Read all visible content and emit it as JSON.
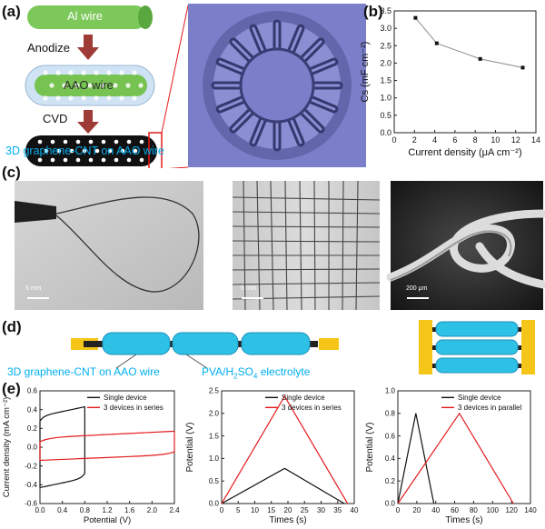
{
  "panels": {
    "a": "(a)",
    "b": "(b)",
    "c": "(c)",
    "d": "(d)",
    "e": "(e)"
  },
  "a": {
    "wire1": "Al wire",
    "step1": "Anodize",
    "wire2": "AAO wire",
    "step2": "CVD",
    "caption": "3D graphene-CNT on AAO wire"
  },
  "c": {
    "scale1": "5 mm",
    "scale2": "5 mm",
    "scale3": "200 μm"
  },
  "d": {
    "label1": "3D graphene-CNT on AAO wire",
    "label2": "PVA/H2SO4 electrolyte"
  },
  "colors": {
    "cyan": "#00AEEF",
    "green": "#6CC04A",
    "gold": "#F5C518",
    "red": "#E41A1C",
    "arrow": "#9E3B36",
    "sem_bg": "#7B7FC9"
  },
  "chart_data": [
    {
      "type": "line",
      "panel": "b",
      "xlabel": "Current density (μA cm⁻²)",
      "ylabel": "Cs (mF cm⁻²)",
      "xlim": [
        0,
        14
      ],
      "ylim": [
        0,
        3.5
      ],
      "xticks": [
        "0",
        "2",
        "4",
        "6",
        "8",
        "10",
        "12",
        "14"
      ],
      "yticks": [
        "0.0",
        "0.5",
        "1.0",
        "1.5",
        "2.0",
        "2.5",
        "3.0",
        "3.5"
      ],
      "series": [
        {
          "x": [
            2.1,
            4.2,
            8.5,
            12.7
          ],
          "y": [
            3.3,
            2.57,
            2.12,
            1.87
          ]
        }
      ]
    },
    {
      "type": "line",
      "panel": "e1",
      "xlabel": "Potential (V)",
      "ylabel": "Current density (mA cm⁻²)",
      "xlim": [
        0,
        2.4
      ],
      "ylim": [
        -0.6,
        0.6
      ],
      "xticks": [
        "0.0",
        "0.4",
        "0.8",
        "1.2",
        "1.6",
        "2.0",
        "2.4"
      ],
      "yticks": [
        "-0.6",
        "-0.4",
        "-0.2",
        "0.0",
        "0.2",
        "0.4",
        "0.6"
      ],
      "legend": [
        "Single device",
        "3 devices in series"
      ]
    },
    {
      "type": "line",
      "panel": "e2",
      "xlabel": "Times (s)",
      "ylabel": "Potential (V)",
      "xlim": [
        0,
        40
      ],
      "ylim": [
        0,
        2.5
      ],
      "xticks": [
        "0",
        "5",
        "10",
        "15",
        "20",
        "25",
        "30",
        "35",
        "40"
      ],
      "yticks": [
        "0.0",
        "0.5",
        "1.0",
        "1.5",
        "2.0",
        "2.5"
      ],
      "legend": [
        "Single device",
        "3 devices in series"
      ],
      "series": [
        {
          "x": [
            0,
            19,
            37
          ],
          "y": [
            0,
            0.78,
            0
          ]
        },
        {
          "x": [
            0,
            19,
            38
          ],
          "y": [
            0,
            2.38,
            0
          ]
        }
      ]
    },
    {
      "type": "line",
      "panel": "e3",
      "xlabel": "Times (s)",
      "ylabel": "Potential (V)",
      "xlim": [
        0,
        140
      ],
      "ylim": [
        0,
        1.0
      ],
      "xticks": [
        "0",
        "20",
        "40",
        "60",
        "80",
        "100",
        "120",
        "140"
      ],
      "yticks": [
        "0.0",
        "0.2",
        "0.4",
        "0.6",
        "0.8",
        "1.0"
      ],
      "legend": [
        "Single device",
        "3 devices in parallel"
      ],
      "series": [
        {
          "x": [
            0,
            19,
            38
          ],
          "y": [
            0,
            0.8,
            0
          ]
        },
        {
          "x": [
            0,
            65,
            122
          ],
          "y": [
            0,
            0.8,
            0
          ]
        }
      ]
    }
  ]
}
